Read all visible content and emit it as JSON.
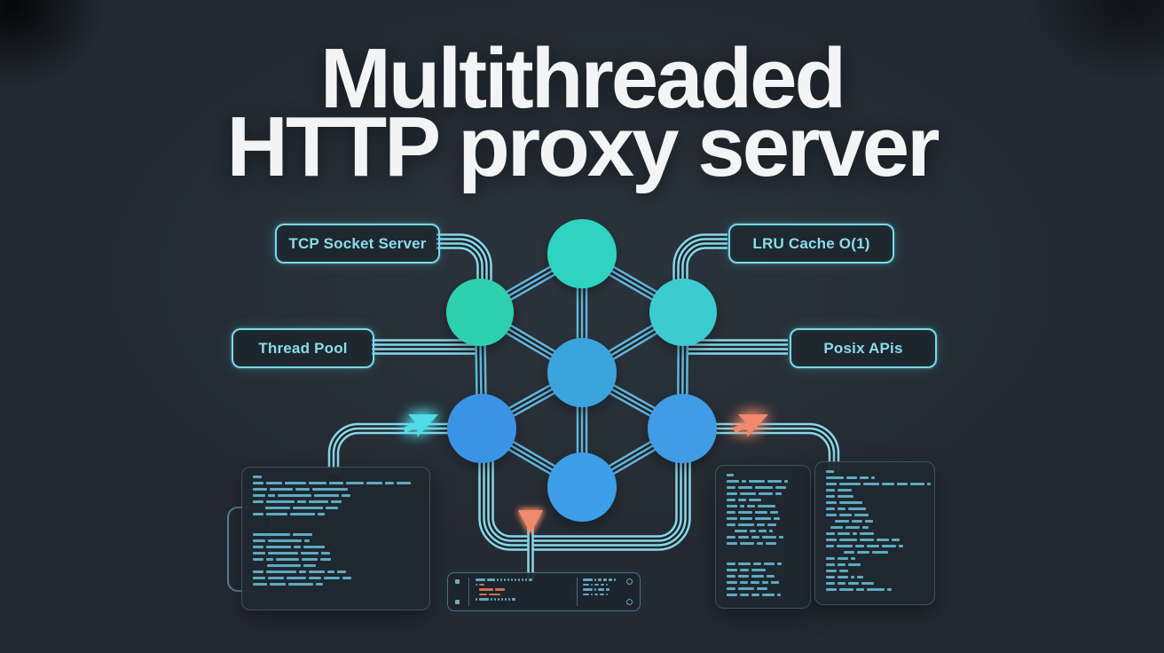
{
  "title": {
    "line1": "Multithreaded",
    "line2": "HTTP proxy server"
  },
  "labels": {
    "tcp": "TCP Socket Server",
    "thread": "Thread Pool",
    "lru": "LRU Cache O(1)",
    "posix": "Posix APis"
  },
  "palette": {
    "title_color": "#f2f4f6",
    "line": "#87d8e9",
    "edge": "#63b6dc",
    "bg_stroke": "#1e252c",
    "label_border": "#78d9ea",
    "label_text": "#8adced",
    "code": "#68bcd6",
    "code_orange": "#e07b57",
    "cursor_cyan": "#4fdbe8",
    "cursor_coral": "#f2886c",
    "triangle": "#f08a6d"
  },
  "diagram": {
    "nodes": [
      {
        "id": "top",
        "color": "#2fd3c2"
      },
      {
        "id": "mid-left",
        "color": "#2fd1ae"
      },
      {
        "id": "mid-right",
        "color": "#3ecbd2"
      },
      {
        "id": "center",
        "color": "#3aa4dc"
      },
      {
        "id": "low-left",
        "color": "#3b93e6"
      },
      {
        "id": "low-right",
        "color": "#3f9ce4"
      },
      {
        "id": "bottom",
        "color": "#3c9ee9"
      }
    ],
    "edges": [
      [
        "top",
        "mid-left"
      ],
      [
        "top",
        "mid-right"
      ],
      [
        "top",
        "center"
      ],
      [
        "mid-left",
        "center"
      ],
      [
        "mid-right",
        "center"
      ],
      [
        "mid-left",
        "low-left"
      ],
      [
        "mid-right",
        "low-right"
      ],
      [
        "center",
        "low-left"
      ],
      [
        "center",
        "low-right"
      ],
      [
        "center",
        "bottom"
      ],
      [
        "low-left",
        "bottom"
      ],
      [
        "low-right",
        "bottom"
      ]
    ],
    "connections": [
      {
        "label": "TCP Socket Server",
        "to": "mid-left"
      },
      {
        "label": "Thread Pool",
        "to": "mid-left"
      },
      {
        "label": "LRU Cache O(1)",
        "to": "mid-right"
      },
      {
        "label": "Posix APis",
        "to": "mid-right"
      }
    ],
    "icons": [
      "cursor-arrow-cyan",
      "cursor-arrow-coral",
      "triangle-down-coral"
    ]
  },
  "decor": {
    "code_left": [
      [
        0,
        [
          10
        ]
      ],
      [
        0,
        [
          12,
          18,
          24,
          20,
          16,
          20,
          18,
          10,
          16
        ]
      ],
      [
        0,
        [
          16,
          26,
          16,
          40
        ]
      ],
      [
        0,
        [
          14,
          8,
          38,
          28,
          10
        ]
      ],
      [
        0,
        [
          12,
          32,
          10,
          22,
          12
        ]
      ],
      [
        14,
        [
          28,
          34,
          14
        ]
      ],
      [
        0,
        [
          12,
          24,
          28,
          8
        ]
      ],
      [
        0,
        []
      ],
      [
        0,
        [
          42,
          22
        ]
      ],
      [
        0,
        [
          14,
          38,
          6
        ]
      ],
      [
        0,
        [
          12,
          28,
          8,
          24
        ]
      ],
      [
        0,
        [
          14,
          34,
          20,
          10
        ]
      ],
      [
        0,
        [
          12,
          8,
          26,
          18,
          12
        ]
      ],
      [
        16,
        [
          38,
          14
        ]
      ],
      [
        0,
        [
          12,
          34,
          8,
          18,
          8,
          10
        ]
      ],
      [
        0,
        [
          14,
          18,
          22,
          14,
          18,
          10
        ]
      ],
      [
        0,
        [
          16,
          18,
          28,
          8
        ]
      ]
    ],
    "code_right_a": [
      [
        0,
        [
          8
        ]
      ],
      [
        0,
        [
          14,
          5,
          18,
          16,
          4
        ]
      ],
      [
        0,
        [
          10,
          16,
          20,
          12
        ]
      ],
      [
        0,
        [
          12,
          18,
          16,
          7
        ]
      ],
      [
        0,
        [
          10,
          9,
          14
        ]
      ],
      [
        0,
        [
          12,
          5,
          9,
          20
        ]
      ],
      [
        0,
        [
          10,
          16,
          14,
          9
        ]
      ],
      [
        0,
        [
          12,
          14,
          18,
          7
        ]
      ],
      [
        0,
        [
          10,
          18,
          9,
          10
        ]
      ],
      [
        9,
        [
          14,
          7,
          9,
          4
        ]
      ],
      [
        0,
        [
          10,
          12,
          9,
          16,
          5
        ]
      ],
      [
        0,
        [
          12,
          16,
          7,
          12
        ]
      ],
      [
        0,
        []
      ],
      [
        0,
        [
          10,
          14,
          9,
          12,
          5
        ]
      ],
      [
        0,
        [
          12,
          10,
          16
        ]
      ],
      [
        0,
        [
          10,
          12,
          14,
          9
        ]
      ],
      [
        0,
        [
          12,
          9,
          10,
          7,
          9
        ]
      ],
      [
        0,
        [
          10,
          18,
          12
        ]
      ],
      [
        0,
        [
          12,
          10,
          9,
          14,
          4
        ]
      ]
    ],
    "code_right_b": [
      [
        0,
        [
          9
        ]
      ],
      [
        0,
        [
          20,
          12,
          10,
          4
        ]
      ],
      [
        0,
        [
          12,
          24,
          18,
          14,
          12,
          16,
          4
        ]
      ],
      [
        0,
        [
          10,
          16
        ]
      ],
      [
        0,
        [
          10,
          18
        ]
      ],
      [
        0,
        [
          12,
          26
        ]
      ],
      [
        0,
        [
          10,
          9,
          20
        ]
      ],
      [
        0,
        [
          12,
          14,
          16
        ]
      ],
      [
        10,
        [
          16,
          12,
          9
        ]
      ],
      [
        5,
        [
          14,
          16,
          7
        ]
      ],
      [
        0,
        [
          10,
          14,
          5,
          16
        ]
      ],
      [
        0,
        [
          12,
          20,
          16,
          14,
          9
        ]
      ],
      [
        0,
        [
          9,
          18,
          10,
          14,
          16,
          5
        ]
      ],
      [
        20,
        [
          12,
          14,
          18
        ]
      ],
      [
        0,
        [
          10,
          12,
          5
        ]
      ],
      [
        0,
        [
          10,
          9,
          14
        ]
      ],
      [
        0,
        [
          12,
          10
        ]
      ],
      [
        0,
        [
          10,
          12,
          4,
          7
        ]
      ],
      [
        0,
        [
          10,
          9,
          12,
          14
        ]
      ],
      [
        0,
        [
          12,
          16,
          9,
          20,
          5
        ]
      ]
    ],
    "board_mid": [
      [
        0,
        [
          11,
          9,
          2,
          2,
          2,
          2,
          2,
          2,
          2,
          2,
          2,
          4
        ]
      ],
      [
        0,
        [
          2,
          6
        ],
        [
          "",
          "o"
        ]
      ],
      [
        4,
        [
          16,
          11
        ],
        [
          "o",
          "o"
        ]
      ],
      [
        4,
        [
          9,
          13
        ],
        [
          "o",
          "o"
        ]
      ],
      [
        0,
        [
          2,
          11,
          2,
          2,
          2,
          2,
          2,
          2,
          4
        ]
      ]
    ],
    "board_right": [
      [
        0,
        [
          11,
          2,
          4,
          4,
          4,
          2
        ]
      ],
      [
        0,
        [
          7,
          2,
          5,
          4,
          2
        ]
      ],
      [
        0,
        [
          11,
          2,
          7,
          4
        ]
      ],
      [
        0,
        [
          7,
          2,
          4,
          5,
          2
        ]
      ]
    ]
  }
}
